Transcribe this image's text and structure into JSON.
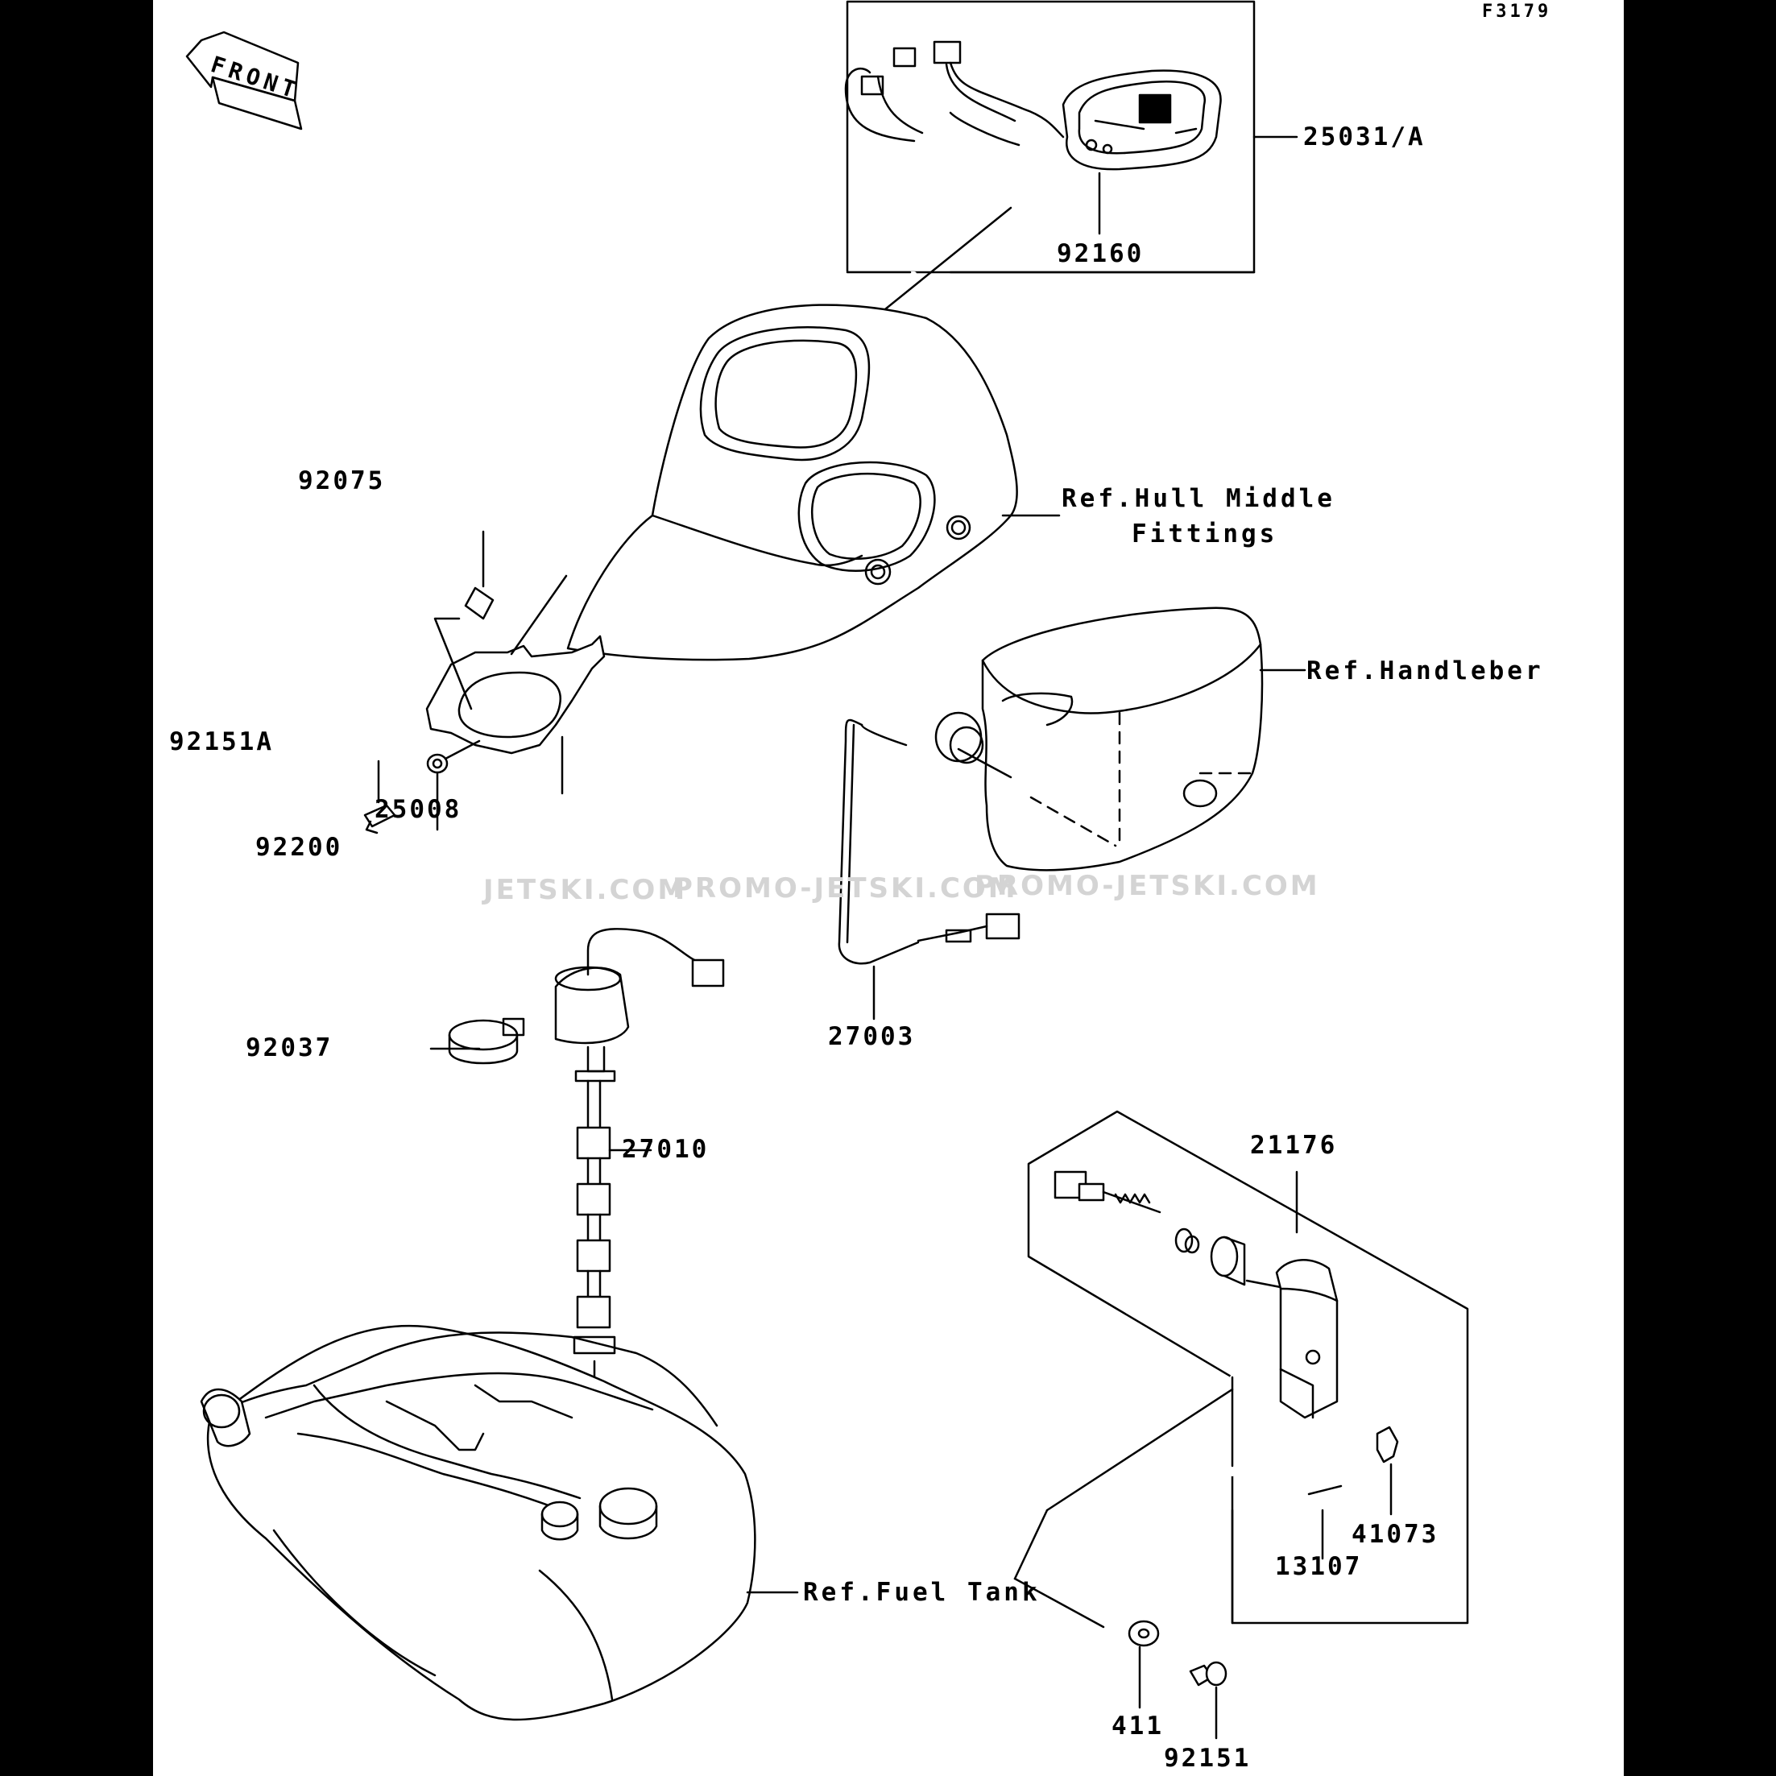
{
  "figure_id": "F3179",
  "front_label": "FRONT",
  "watermarks": [
    "JETSKI.COM",
    "PROMO-JETSKI.COM",
    "PROMO-JETSKI.COM"
  ],
  "parts": {
    "p25031A": "25031/A",
    "p92160": "92160",
    "p92075": "92075",
    "p92151A": "92151A",
    "p25008": "25008",
    "p92200": "92200",
    "p92037": "92037",
    "p27010": "27010",
    "p27003": "27003",
    "p21176": "21176",
    "p41073": "41073",
    "p13107": "13107",
    "p411": "411",
    "p92151": "92151"
  },
  "refs": {
    "hull_line1": "Ref.Hull Middle",
    "hull_line2": "Fittings",
    "handlebar": "Ref.Handleber",
    "fuel_tank": "Ref.Fuel Tank"
  }
}
